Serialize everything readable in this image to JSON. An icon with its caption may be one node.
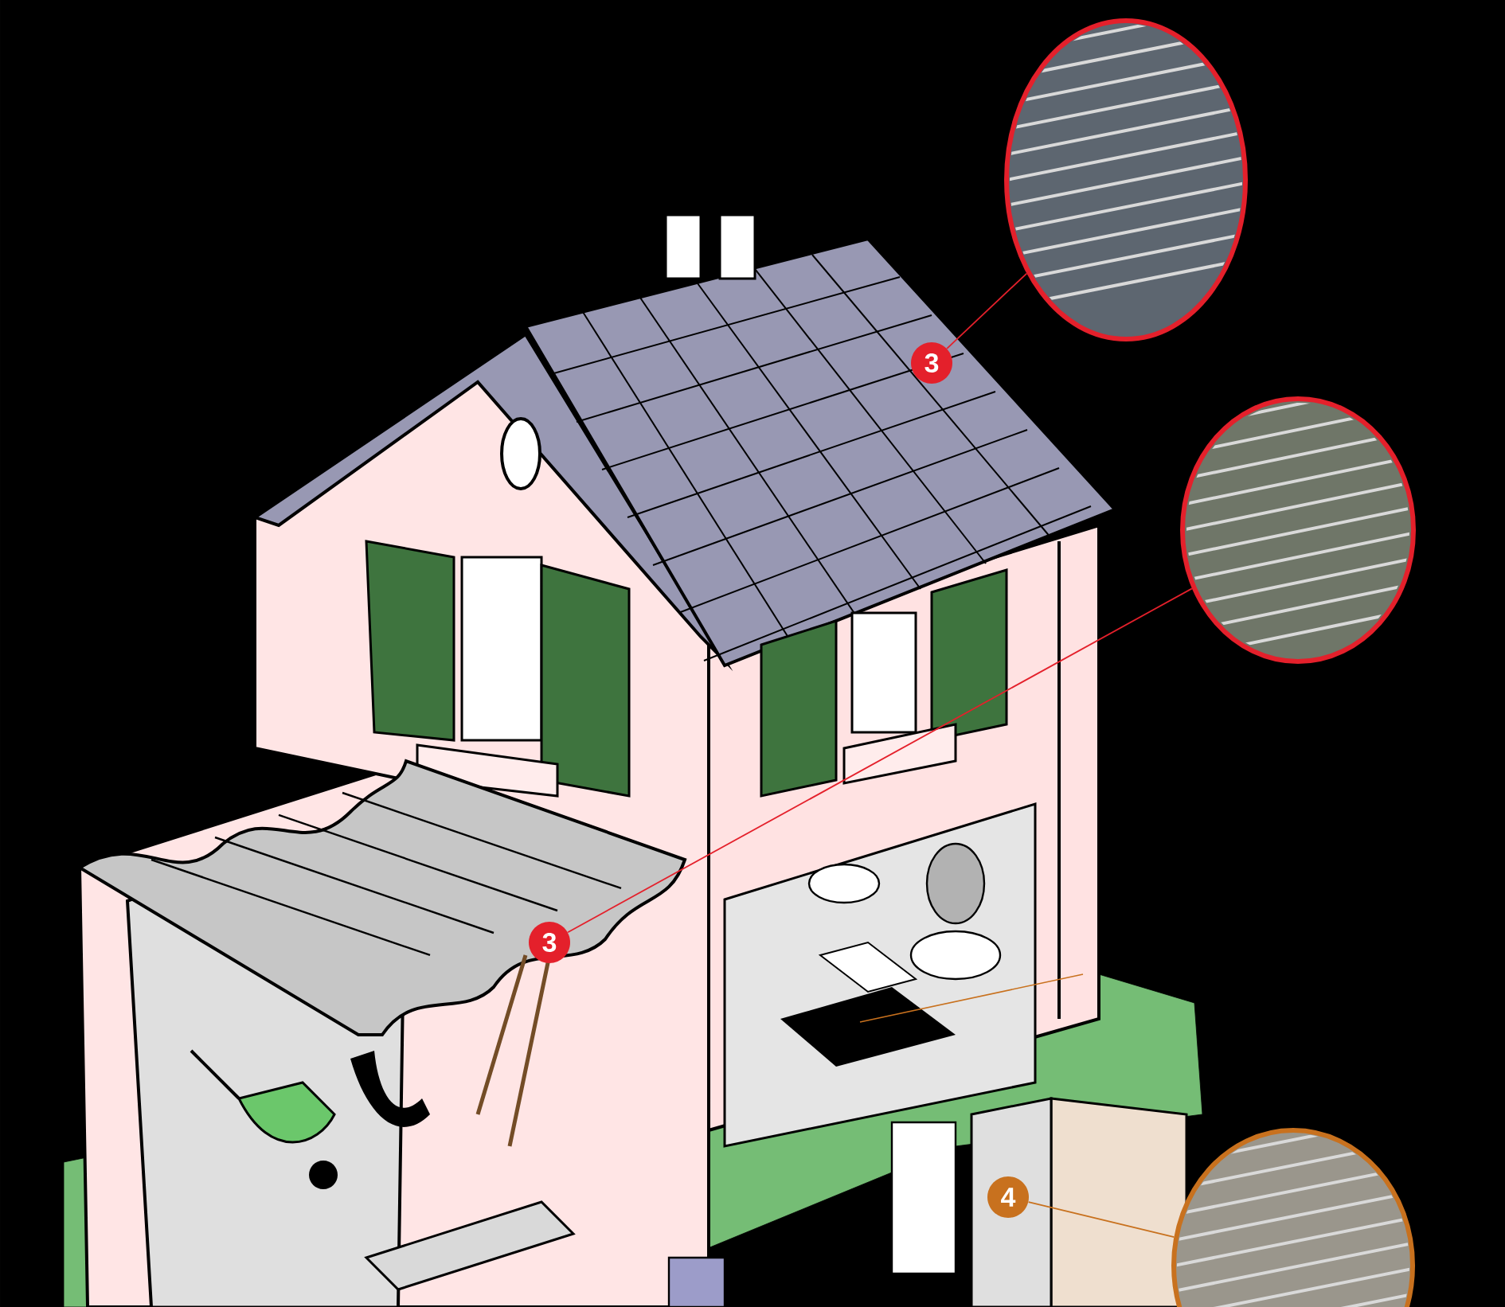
{
  "diagram": {
    "nodes": [
      {
        "text": [
          "3"
        ]
      },
      {
        "text": [],
        "shape": "picture"
      },
      {
        "text": [
          "3"
        ]
      },
      {
        "text": [],
        "shape": "picture"
      },
      {
        "text": [
          "4"
        ]
      },
      {
        "text": [],
        "shape": "picture"
      }
    ],
    "edges": [
      {
        "from": 0,
        "to": 1,
        "arrow": "none"
      },
      {
        "from": 2,
        "to": 3,
        "arrow": "none"
      },
      {
        "from": 4,
        "to": 5,
        "arrow": "none",
        "color": "#c8711e"
      }
    ]
  }
}
